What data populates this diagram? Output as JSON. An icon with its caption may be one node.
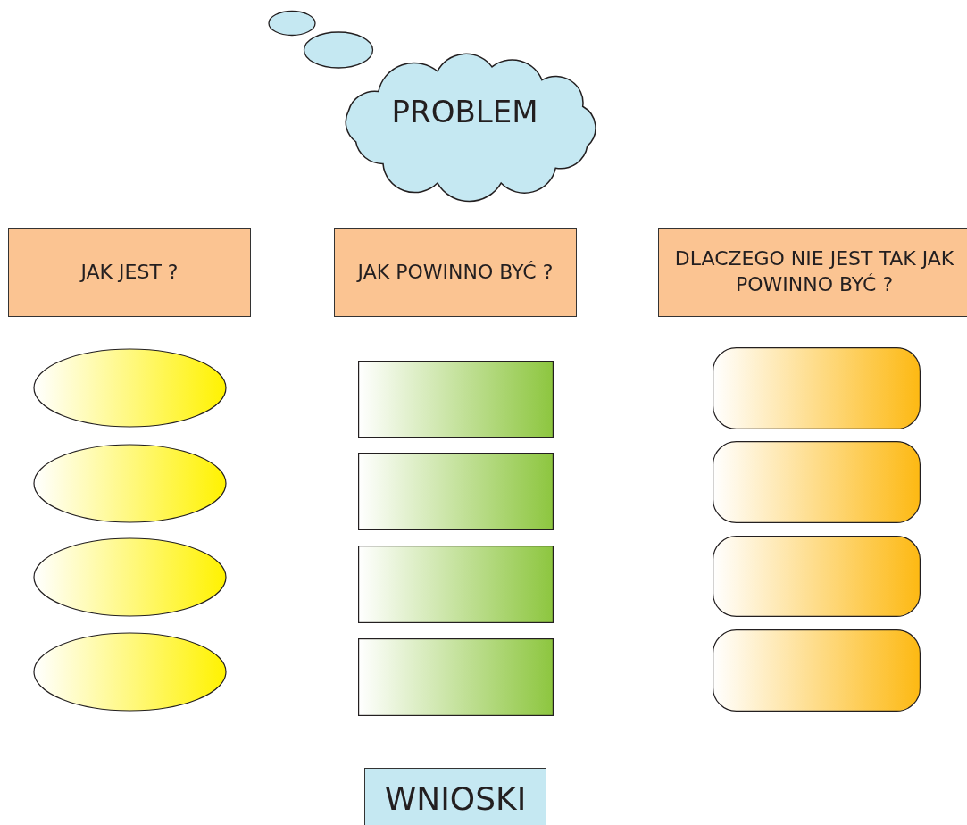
{
  "diagram": {
    "nodes": [
      {
        "text": [
          "PROBLEM"
        ]
      },
      {
        "text": [
          "JAK JEST ?"
        ]
      },
      {
        "text": [
          "JAK POWINNO BYĆ ?"
        ]
      },
      {
        "text": [
          "DLACZEGO NIE JEST TAK JAK POWINNO BYĆ ?"
        ]
      },
      {
        "text": [],
        "shape": "ellipse"
      },
      {
        "text": [],
        "shape": "ellipse"
      },
      {
        "text": [],
        "shape": "ellipse"
      },
      {
        "text": [],
        "shape": "ellipse"
      },
      {
        "text": [],
        "shape": "box"
      },
      {
        "text": [],
        "shape": "box"
      },
      {
        "text": [],
        "shape": "box"
      },
      {
        "text": [],
        "shape": "box"
      },
      {
        "text": [],
        "shape": "box"
      },
      {
        "text": [],
        "shape": "box"
      },
      {
        "text": [],
        "shape": "box"
      },
      {
        "text": [],
        "shape": "box"
      },
      {
        "text": [
          "WNIOSKI"
        ]
      }
    ]
  }
}
